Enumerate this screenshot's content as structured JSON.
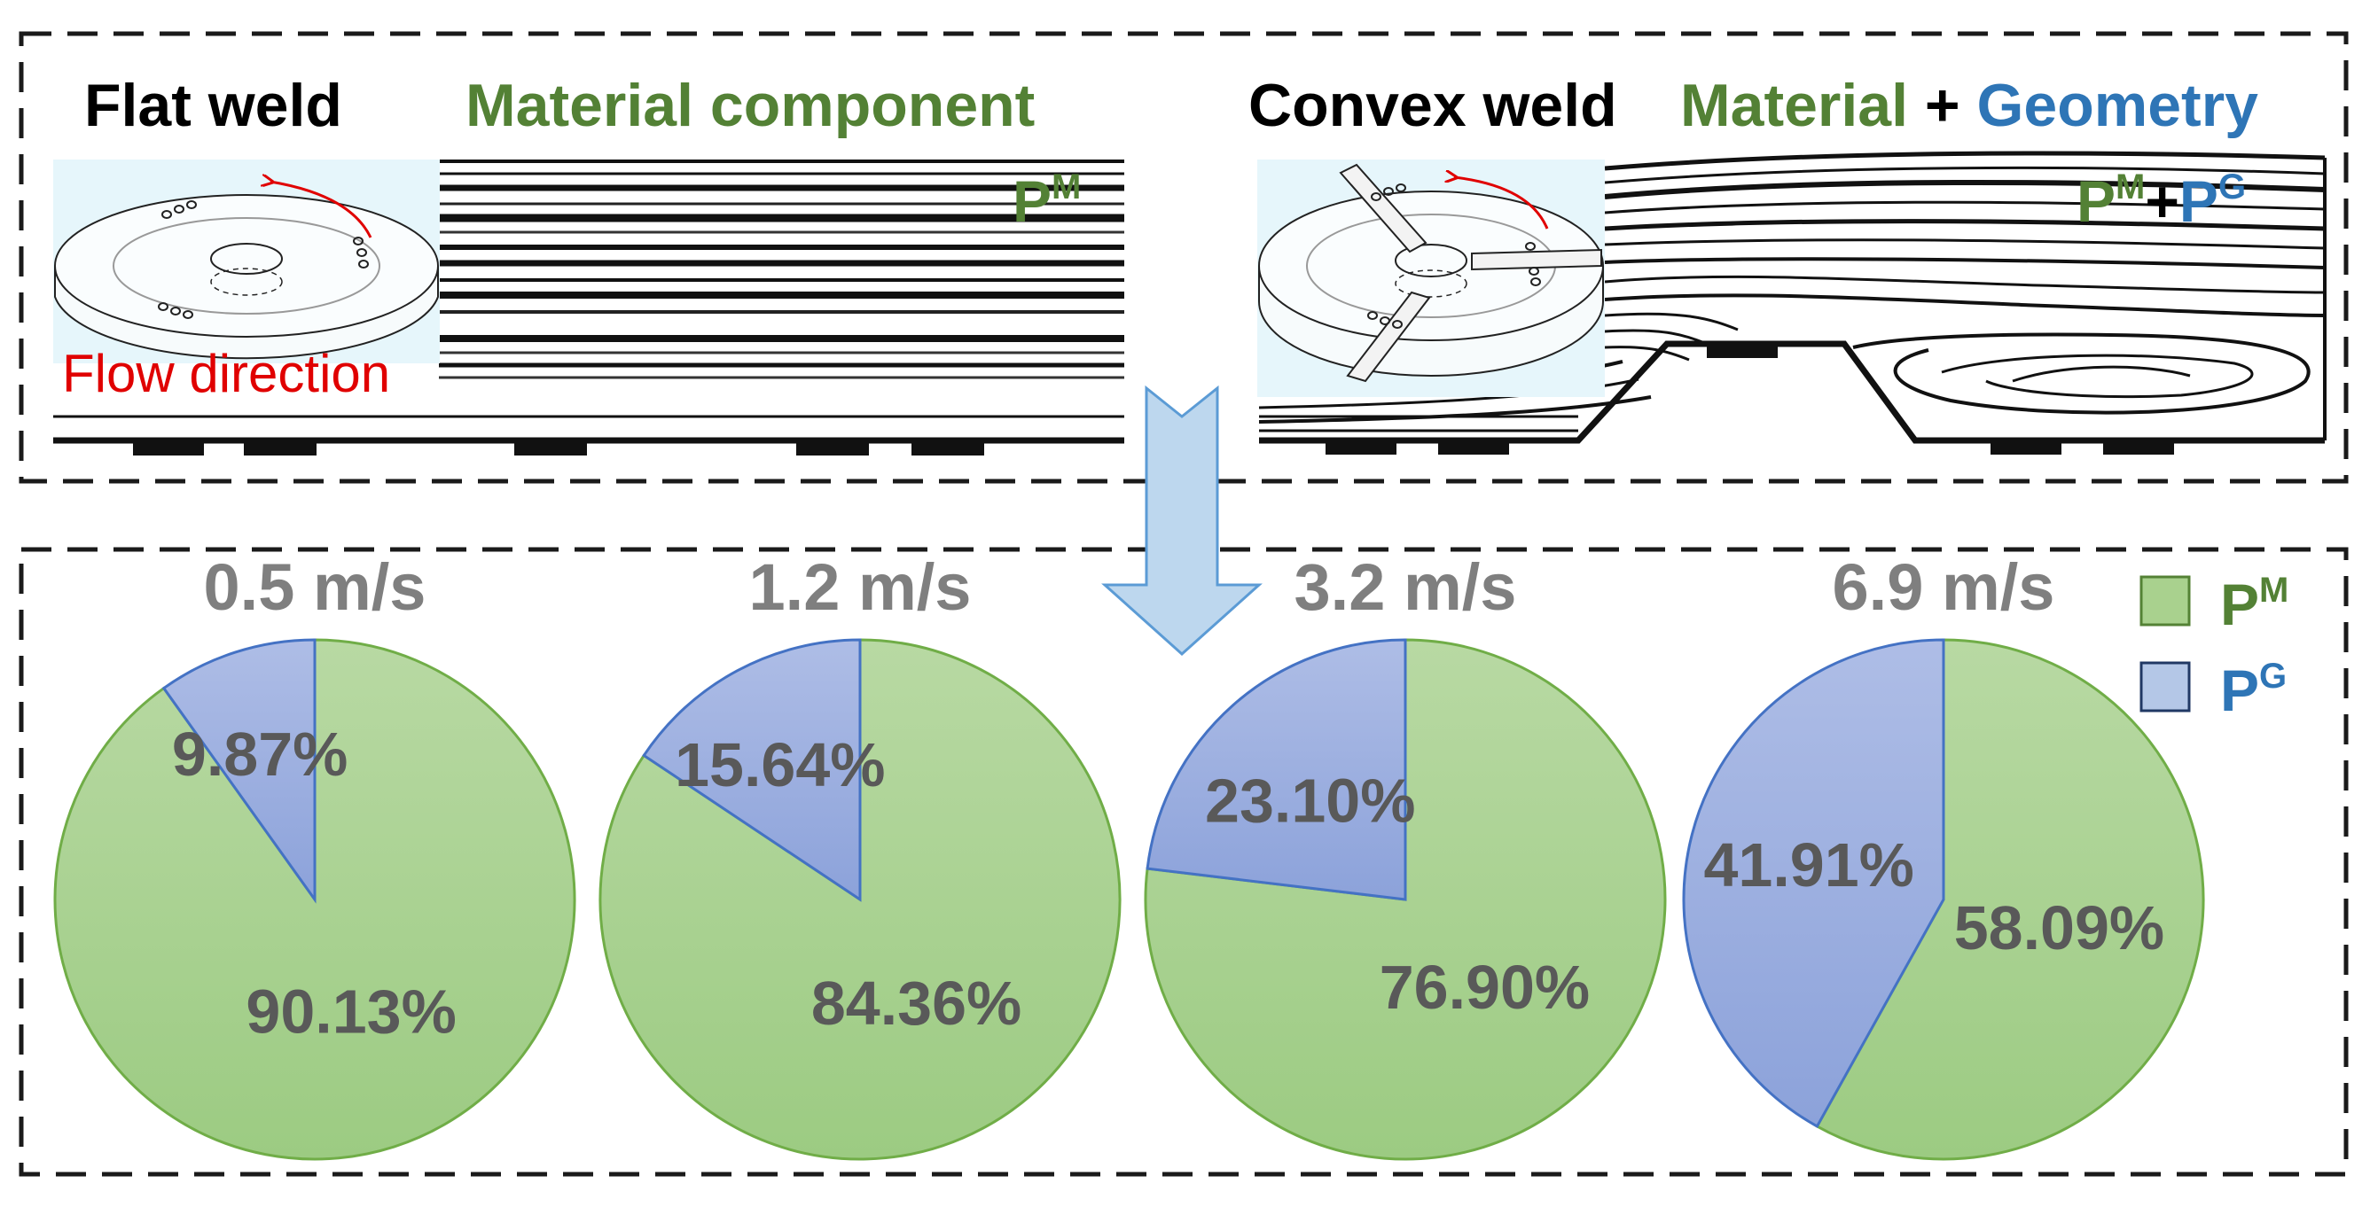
{
  "top_panel": {
    "flat_weld_label": "Flat weld",
    "material_component_label": "Material component",
    "convex_weld_label": "Convex weld",
    "material_label": "Material",
    "plus_label": "+",
    "geometry_label": "Geometry",
    "flow_direction_label": "Flow direction",
    "pm_base": "P",
    "pm_sup": "M",
    "pg_base": "P",
    "pg_sup": "G"
  },
  "colors": {
    "material_green": "#538135",
    "geometry_blue": "#2E75B6",
    "pie_green_fill": "#A9D18E",
    "pie_green_stroke": "#70AD47",
    "pie_blue_fill": "#9DB0E0",
    "pie_blue_stroke": "#4472C4",
    "arrow_fill": "#BDD7EE",
    "arrow_stroke": "#5B9BD5",
    "label_gray": "#595959",
    "title_gray": "#7F7F7F",
    "flow_red": "#E00000"
  },
  "chart_data": {
    "type": "pie",
    "legend": [
      {
        "base": "P",
        "sup": "M",
        "color": "#A9D18E"
      },
      {
        "base": "P",
        "sup": "G",
        "color": "#9DB0E0"
      }
    ],
    "legend_position": "top-right",
    "pies": [
      {
        "title": "0.5 m/s",
        "values": [
          90.13,
          9.87
        ],
        "labels": [
          "90.13%",
          "9.87%"
        ]
      },
      {
        "title": "1.2 m/s",
        "values": [
          84.36,
          15.64
        ],
        "labels": [
          "84.36%",
          "15.64%"
        ]
      },
      {
        "title": "3.2 m/s",
        "values": [
          76.9,
          23.1
        ],
        "labels": [
          "76.90%",
          "23.10%"
        ]
      },
      {
        "title": "6.9 m/s",
        "values": [
          58.09,
          41.91
        ],
        "labels": [
          "58.09%",
          "41.91%"
        ]
      }
    ]
  }
}
